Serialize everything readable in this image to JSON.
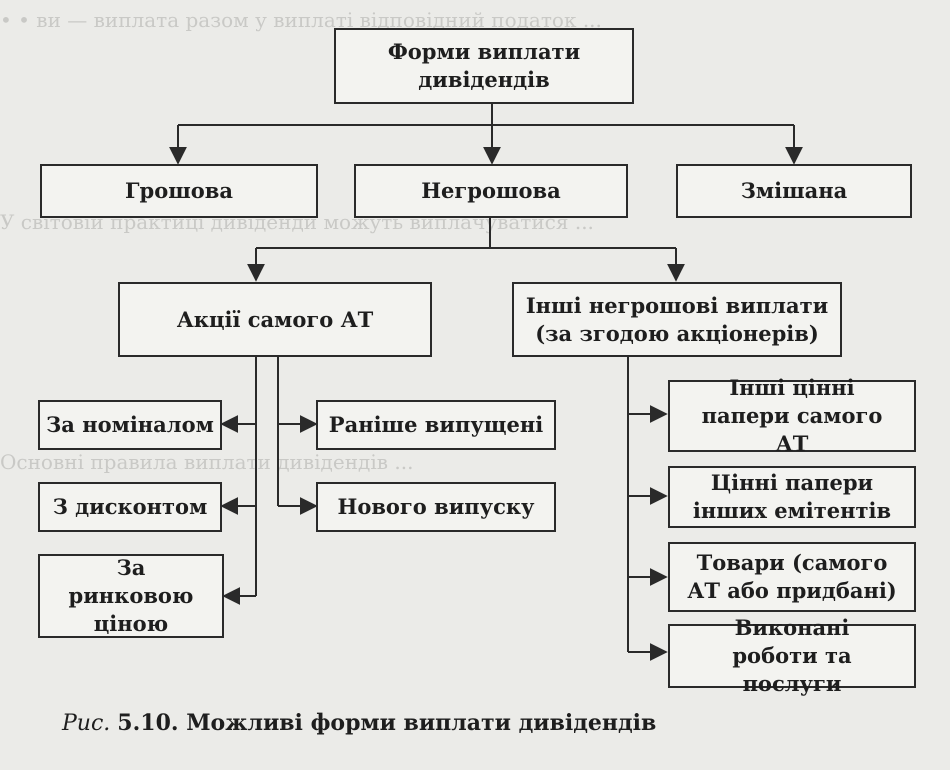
{
  "root": "Форми виплати дивідендів",
  "level1": [
    "Грошова",
    "Негрошова",
    "Змішана"
  ],
  "level2": {
    "shares": "Акції самого АТ",
    "other": "Інші негрошові виплати (за згодою акціонерів)"
  },
  "shares_pricing": [
    "За номіналом",
    "З дисконтом",
    "За ринковою ціною"
  ],
  "shares_issue": [
    "Раніше випущені",
    "Нового випуску"
  ],
  "other_items": [
    "Інші цінні папери самого АТ",
    "Цінні папери інших емітентів",
    "Товари (самого АТ або придбані)",
    "Виконані роботи та послуги"
  ],
  "caption": {
    "prefix": "Рис.",
    "text": "5.10. Можливі форми виплати дивідендів"
  }
}
